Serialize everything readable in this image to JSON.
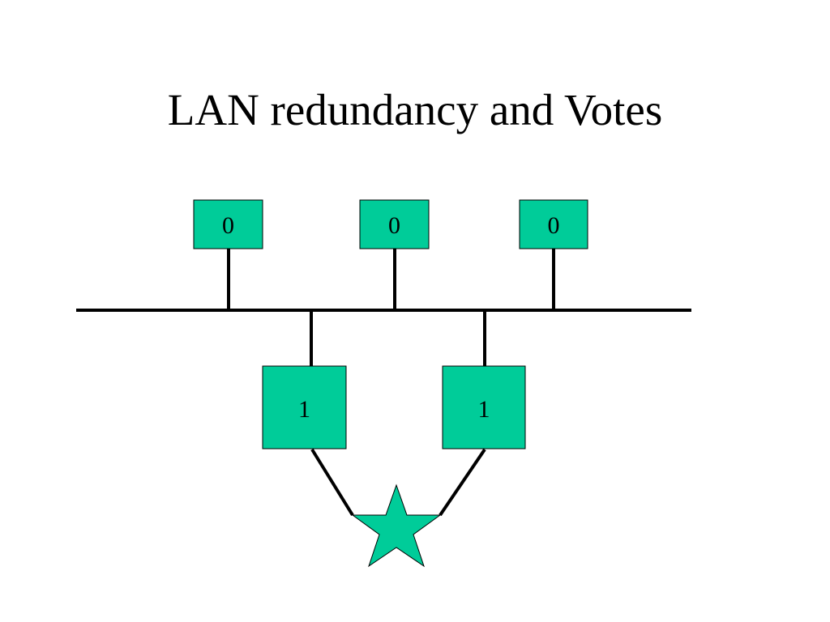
{
  "slide": {
    "title": "LAN redundancy and Votes"
  },
  "diagram": {
    "fill_color": "#00cc99",
    "line_color": "#000000",
    "upper_nodes": [
      {
        "label": "0"
      },
      {
        "label": "0"
      },
      {
        "label": "0"
      }
    ],
    "lower_nodes": [
      {
        "label": "1"
      },
      {
        "label": "1"
      }
    ],
    "star_label": ""
  }
}
